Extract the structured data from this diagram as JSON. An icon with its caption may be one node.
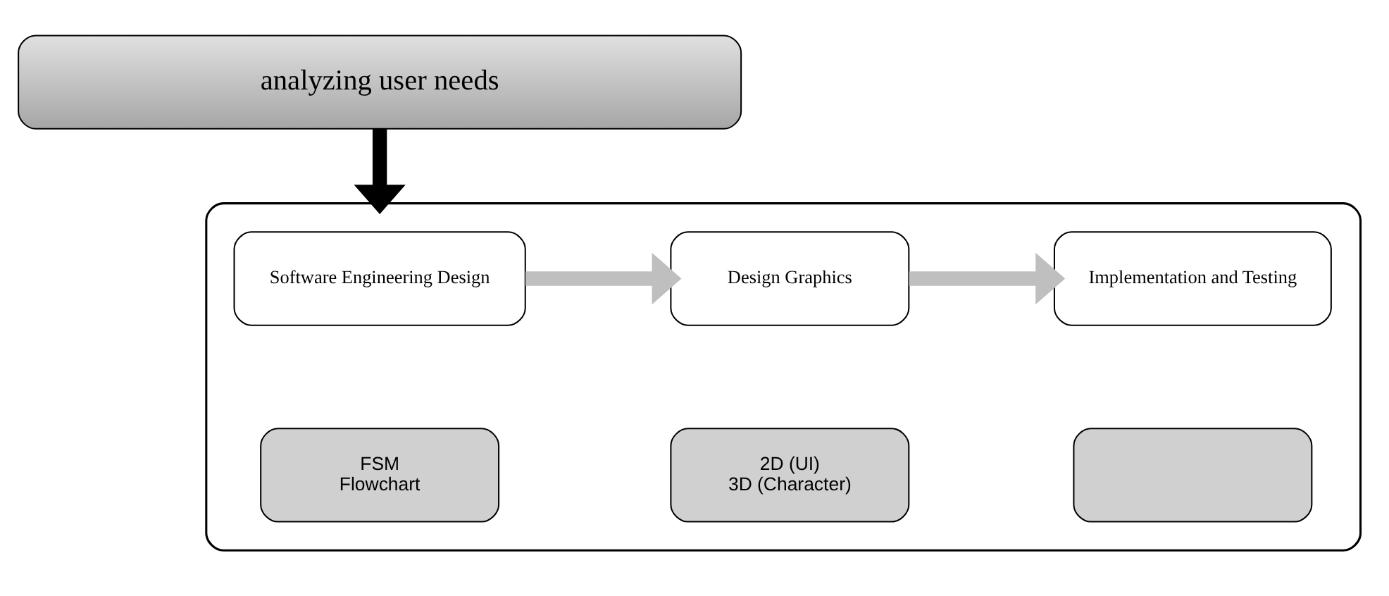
{
  "diagram": {
    "nodes": [
      {
        "text": [
          "analyzing user needs"
        ]
      },
      {
        "text": [],
        "shape": "box"
      },
      {
        "text": [
          "Software Engineering Design"
        ],
        "in": 1
      },
      {
        "text": [
          "FSM",
          "Flowchart"
        ],
        "in": 1
      },
      {
        "text": [
          "Design Graphics"
        ],
        "in": 1
      },
      {
        "text": [
          "2D (UI)",
          "3D (Character)"
        ],
        "in": 1
      },
      {
        "text": [
          "Implementation and Testing"
        ],
        "in": 1
      },
      {
        "text": [],
        "shape": "box",
        "in": 1
      }
    ],
    "edges": [
      {
        "from": 0,
        "to": 1,
        "arrow": "to",
        "color": "#000000"
      },
      {
        "from": 2,
        "to": 4,
        "arrow": "to"
      },
      {
        "from": 4,
        "to": 6,
        "arrow": "to"
      }
    ]
  }
}
